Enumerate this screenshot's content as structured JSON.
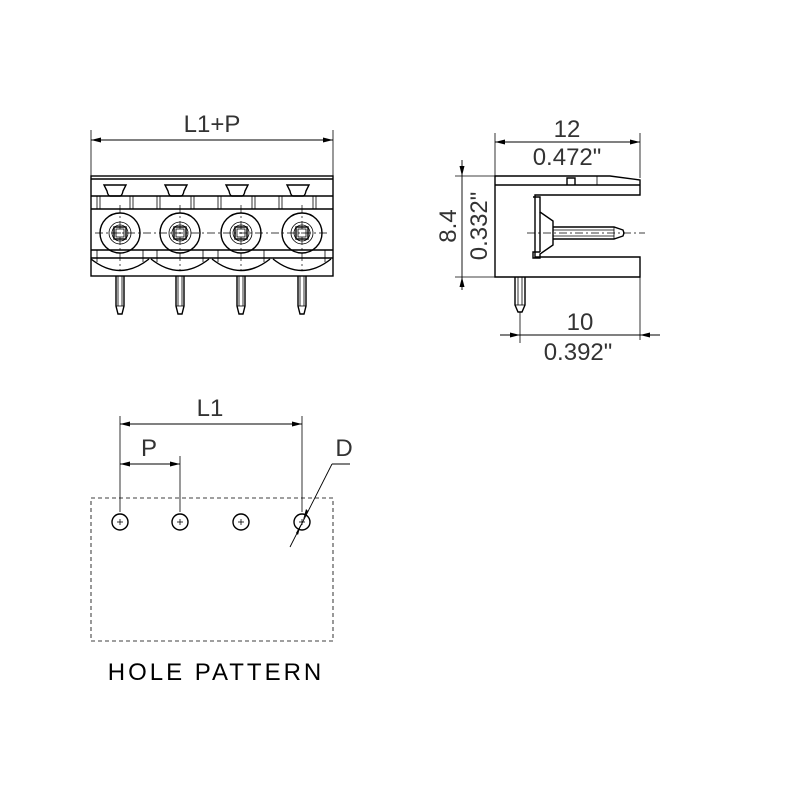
{
  "front_view": {
    "dimension_label": "L1+P",
    "pole_count": 4
  },
  "side_view": {
    "width_mm": "12",
    "width_in": "0.472\"",
    "height_mm": "8.4",
    "height_in": "0.332\"",
    "pin_offset_mm": "10",
    "pin_offset_in": "0.392\""
  },
  "hole_pattern": {
    "title": "HOLE PATTERN",
    "length_label": "L1",
    "pitch_label": "P",
    "diameter_label": "D",
    "hole_count": 4
  }
}
